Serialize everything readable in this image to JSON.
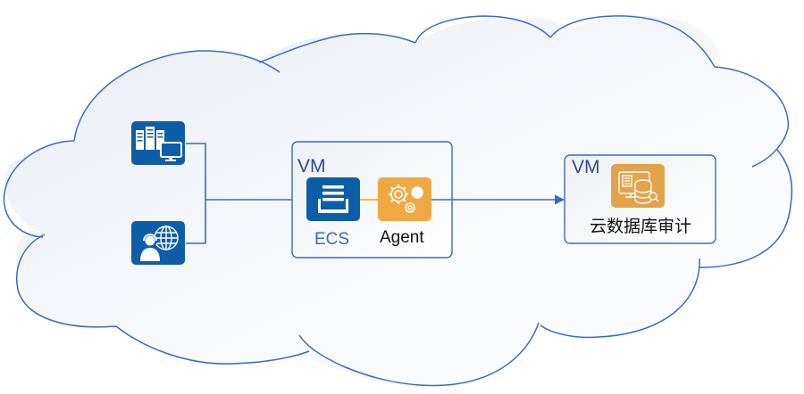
{
  "diagram": {
    "title": "Cloud database audit deployment",
    "colors": {
      "outline": "#3a6bc4",
      "cloud_fill_top": "#eef1f8",
      "cloud_fill_bottom": "#ffffff",
      "blue_icon": "#0d5ea8",
      "orange_icon": "#f0a843",
      "orange_icon_dark": "#e3a34b",
      "agent_link": "#f5c000"
    },
    "sources": [
      {
        "id": "servers",
        "icon": "server-cluster-with-monitor-icon",
        "label": ""
      },
      {
        "id": "users",
        "icon": "customer-service-globe-icon",
        "label": ""
      }
    ],
    "vm1": {
      "label": "VM",
      "ecs": {
        "label": "ECS",
        "icon": "ecs-instance-icon"
      },
      "agent": {
        "label": "Agent",
        "icon": "gears-icon"
      }
    },
    "vm2": {
      "label": "VM",
      "service": {
        "label": "云数据库审计",
        "icon": "database-audit-icon"
      }
    },
    "edges": [
      {
        "from": "servers",
        "to": "ecs"
      },
      {
        "from": "users",
        "to": "ecs"
      },
      {
        "from": "ecs",
        "to": "agent",
        "style": "yellow-link"
      },
      {
        "from": "agent",
        "to": "database-audit"
      }
    ]
  }
}
